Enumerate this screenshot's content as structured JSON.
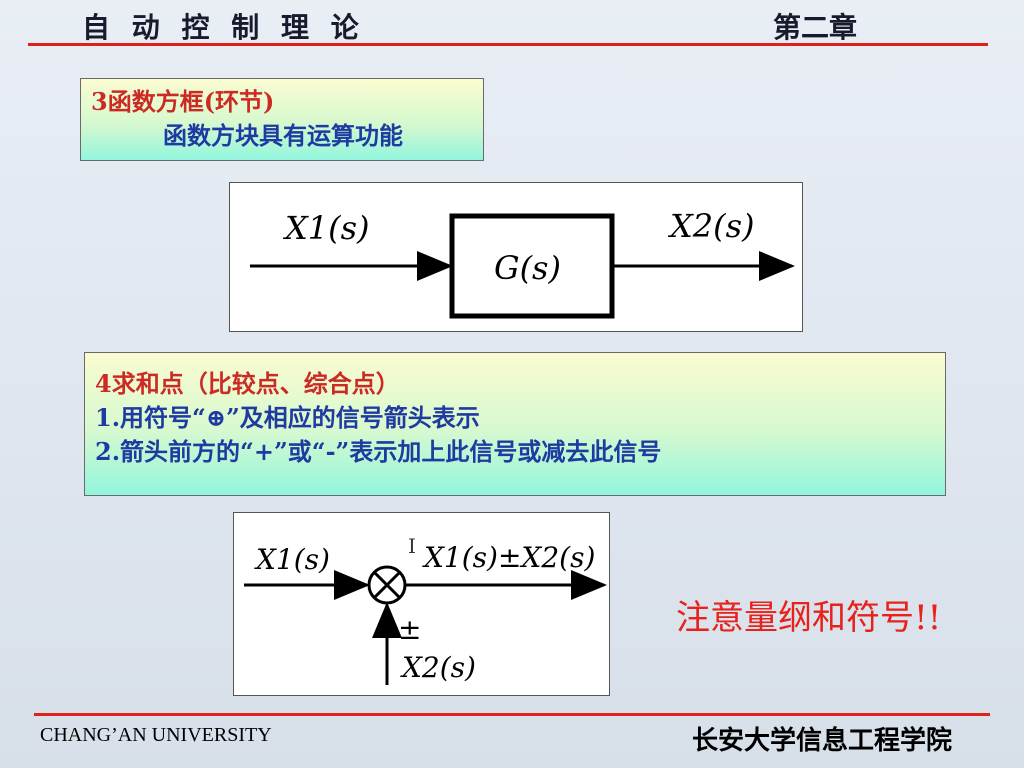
{
  "header": {
    "title": "自 动 控 制 理 论",
    "chapter": "第二章"
  },
  "section3": {
    "title": "3函数方框(环节)",
    "desc": "函数方块具有运算功能"
  },
  "block_diagram": {
    "input": "X1(s)",
    "block": "G(s)",
    "output": "X2(s)"
  },
  "section4": {
    "title": "4求和点（比较点、综合点）",
    "line1": "1.用符号“⊕”及相应的信号箭头表示",
    "line2": "2.箭头前方的“+”或“-”表示加上此信号或减去此信号"
  },
  "sum_diagram": {
    "input": "X1(s)",
    "output": "X1(s)±X2(s)",
    "sign": "±",
    "second_input": "X2(s)"
  },
  "note": "注意量纲和符号!!",
  "footer": {
    "left": "CHANG’AN UNIVERSITY",
    "right": "长安大学信息工程学院"
  },
  "colors": {
    "accent_red": "#e0201a",
    "label_red": "#cc2a24",
    "label_blue": "#1f3aa0"
  }
}
